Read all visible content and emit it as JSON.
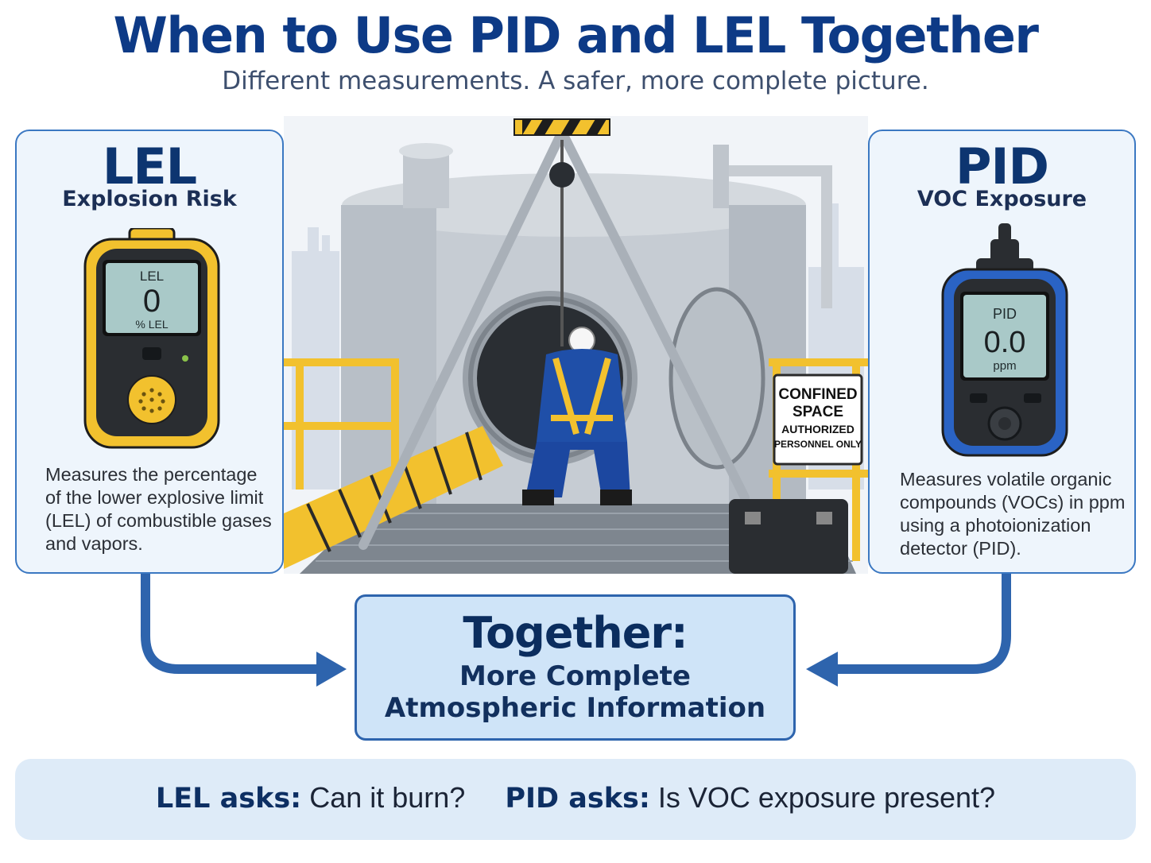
{
  "header": {
    "title": "When to Use PID and LEL Together",
    "subtitle": "Different measurements. A safer, more complete picture."
  },
  "lel_card": {
    "heading": "LEL",
    "subheading": "Explosion Risk",
    "screen_label": "LEL",
    "screen_value": "0",
    "screen_unit": "% LEL",
    "description": "Measures the percentage of the lower explosive limit (LEL) of combustible gases and vapors."
  },
  "pid_card": {
    "heading": "PID",
    "subheading": "VOC Exposure",
    "screen_label": "PID",
    "screen_value": "0.0",
    "screen_unit": "ppm",
    "description": "Measures volatile organic compounds (VOCs) in ppm using a photoionization detector (PID)."
  },
  "scene": {
    "sign_line1": "CONFINED",
    "sign_line2": "SPACE",
    "sign_line3": "AUTHORIZED",
    "sign_line4": "PERSONNEL ONLY"
  },
  "together": {
    "title": "Together:",
    "line1": "More Complete",
    "line2": "Atmospheric Information"
  },
  "footer": {
    "lel_label": "LEL asks:",
    "lel_question": "Can it burn?",
    "pid_label": "PID asks:",
    "pid_question": "Is VOC exposure present?"
  },
  "colors": {
    "accent_blue": "#2e64ad",
    "title_navy": "#0d3a86",
    "lel_yellow": "#f2c12e",
    "pid_blue": "#2a63c4"
  }
}
